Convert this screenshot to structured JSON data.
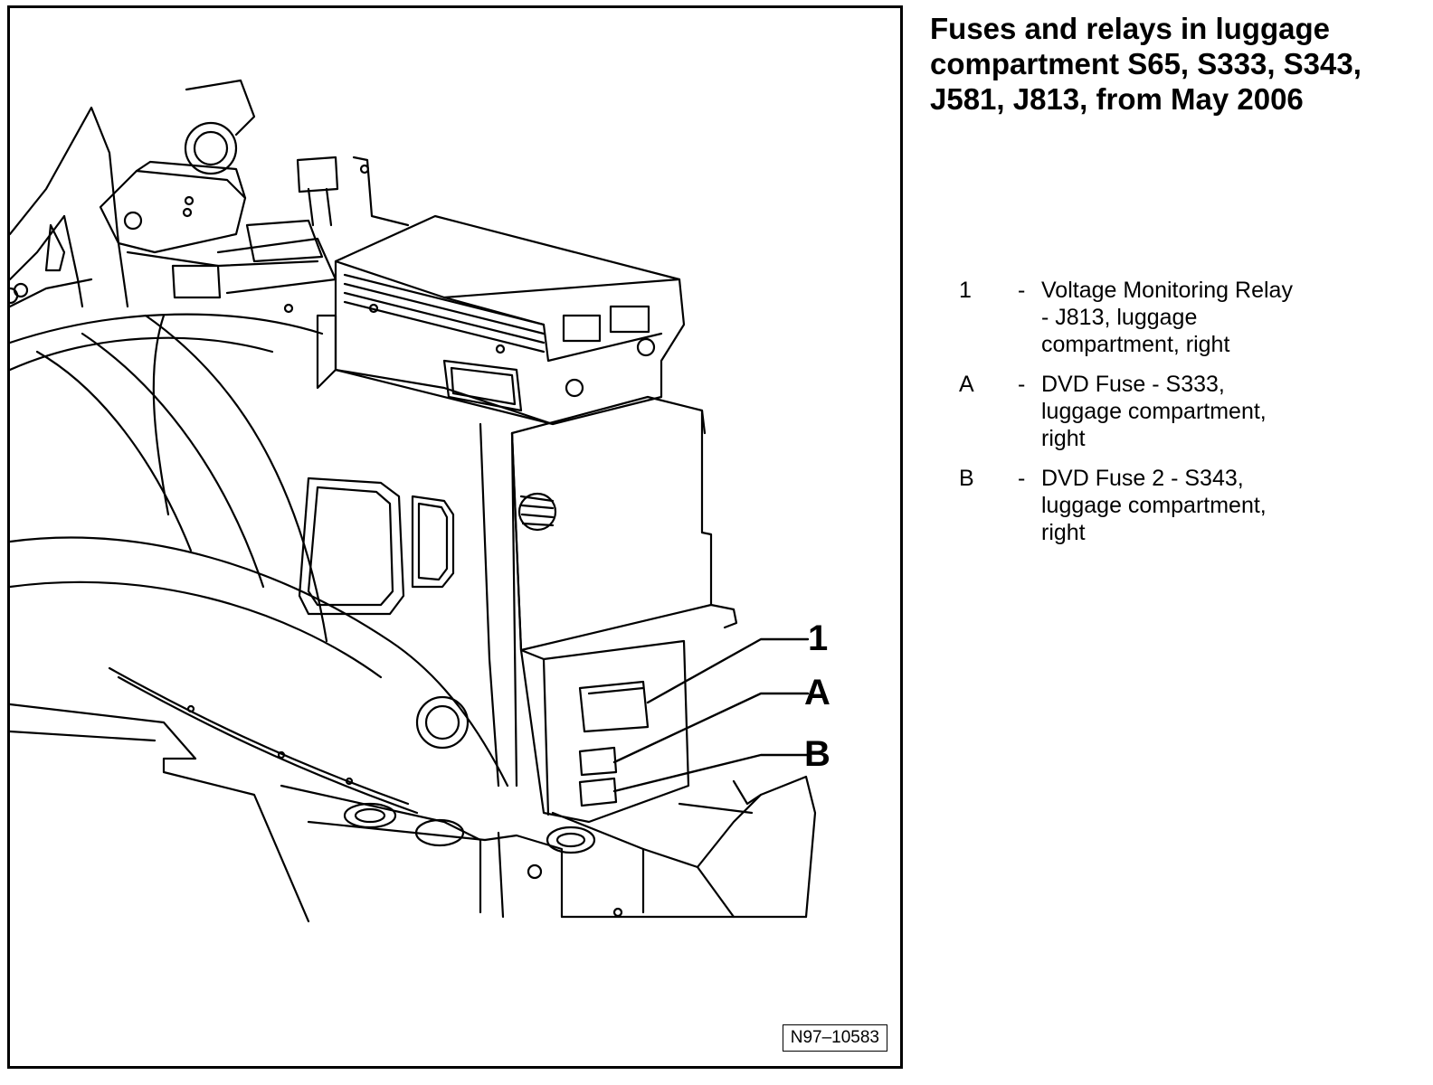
{
  "title": "Fuses and relays in luggage compartment S65, S333, S343, J581, J813, from May 2006",
  "figure_id": "N97–10583",
  "callouts": [
    "1",
    "A",
    "B"
  ],
  "legend": [
    {
      "key": "1",
      "dash": "-",
      "text": "Voltage Monitoring Relay - J813, luggage compartment, right"
    },
    {
      "key": "A",
      "dash": "-",
      "text": "DVD Fuse - S333, luggage compartment, right"
    },
    {
      "key": "B",
      "dash": "-",
      "text": "DVD Fuse 2 - S343, luggage compartment, right"
    }
  ]
}
